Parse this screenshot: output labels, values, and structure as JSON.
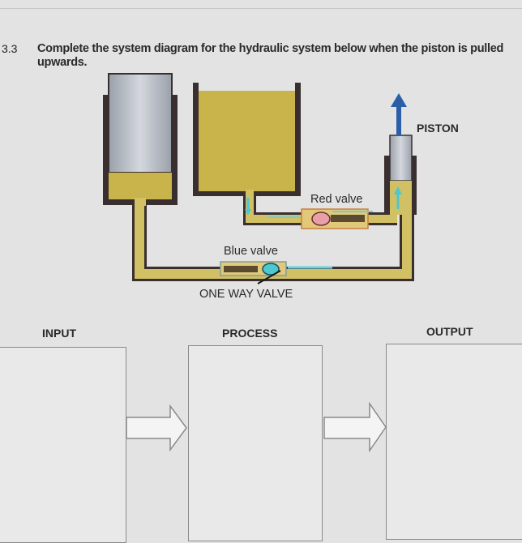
{
  "question": {
    "number": "3.3",
    "text": "Complete the system diagram for the hydraulic system below when the piston is pulled upwards."
  },
  "diagram": {
    "labels": {
      "piston": "PISTON",
      "red_valve": "Red valve",
      "blue_valve": "Blue valve",
      "one_way_valve": "ONE WAY VALVE"
    },
    "colors": {
      "oil": "#c8b44a",
      "wall": "#3a2f2f",
      "cylinder": "#b8bcc4",
      "red_valve": "#e8a0a8",
      "blue_valve": "#4cc8d0",
      "arrow": "#2a5fa8"
    }
  },
  "system_diagram": {
    "columns": [
      {
        "heading": "INPUT",
        "value": ""
      },
      {
        "heading": "PROCESS",
        "value": ""
      },
      {
        "heading": "OUTPUT",
        "value": ""
      }
    ]
  }
}
